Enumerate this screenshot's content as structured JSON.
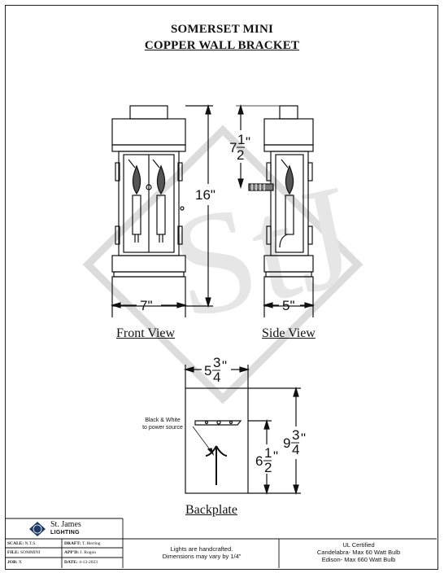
{
  "title": {
    "line1": "SOMERSET MINI",
    "line2": "COPPER WALL BRACKET"
  },
  "views": {
    "front": "Front View",
    "side": "Side View",
    "backplate": "Backplate"
  },
  "dimensions": {
    "front_height": "16\"",
    "front_width": "7\"",
    "side_top_whole": "7",
    "side_top_num": "1",
    "side_top_den": "2",
    "side_width": "5\"",
    "bp_width_whole": "5",
    "bp_width_num": "3",
    "bp_width_den": "4",
    "bp_height_whole": "9",
    "bp_height_num": "3",
    "bp_height_den": "4",
    "bp_mount_whole": "6",
    "bp_mount_num": "1",
    "bp_mount_den": "2",
    "inch_mark": "\""
  },
  "backplate_note": {
    "line1": "Black & White",
    "line2": "to power source"
  },
  "title_block": {
    "company_line1": "St. James",
    "company_line2": "LIGHTING",
    "scale_label": "SCALE:",
    "scale_value": "N.T.S.",
    "draft_label": "DRAFT:",
    "draft_value": "T. Herring",
    "file_label": "FILE:",
    "file_value": "SOMMINI",
    "appd_label": "APP'D:",
    "appd_value": "J. Rogon",
    "job_label": "JOB:",
    "job_value": "X",
    "date_label": "DATE:",
    "date_value": "4-13-2023"
  },
  "footer": {
    "handcrafted_line1": "Lights are handcrafted.",
    "handcrafted_line2": "Dimensions may vary by 1/4\"",
    "cert_line1": "UL Certified",
    "cert_line2": "Candelabra- Max 60 Watt Bulb",
    "cert_line3": "Edison- Max 660 Watt Bulb"
  },
  "colors": {
    "line": "#111111",
    "watermark": "#d8d8d8"
  }
}
